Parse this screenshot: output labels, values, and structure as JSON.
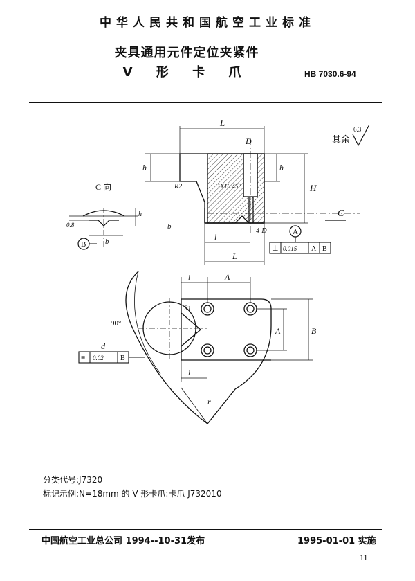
{
  "header": {
    "standard_name": "中华人民共和国航空工业标准",
    "title": "夹具通用元件定位夹紧件",
    "subtitle": "V 形 卡 爪",
    "standard_number": "HB 7030.6-94"
  },
  "drawing": {
    "roughness_label": "其余",
    "roughness_value": "6.3",
    "view_label": "C 向",
    "section_letter": "C",
    "dims": {
      "L": "L",
      "L1": "L",
      "D1": "D",
      "h": "h",
      "h1": "h",
      "h2": "h",
      "H": "H",
      "b": "b",
      "b1": "b",
      "l": "l",
      "l1": "l",
      "l2": "l",
      "A": "A",
      "A1": "A",
      "B1": "B",
      "d": "d",
      "r": "r",
      "R2": "R2",
      "R1": "R1",
      "angle": "90°",
      "chamfer": "1X16.45°",
      "holes": "4-D",
      "r08": "0.8"
    },
    "datum_a": "A",
    "datum_b": "B",
    "gtol_perp": {
      "symbol": "⊥",
      "value": "0.015",
      "datum1": "A",
      "datum2": "B"
    },
    "gtol_sym": {
      "symbol": "≡",
      "value": "0.02",
      "datum": "B"
    }
  },
  "notes": {
    "classification": "分类代号:J7320",
    "marking_example": "标记示例:N=18mm 的 V 形卡爪:卡爪 J732010"
  },
  "footer": {
    "issuer": "中国航空工业总公司 1994--10-31发布",
    "effective": "1995-01-01 实施",
    "page": "11"
  }
}
